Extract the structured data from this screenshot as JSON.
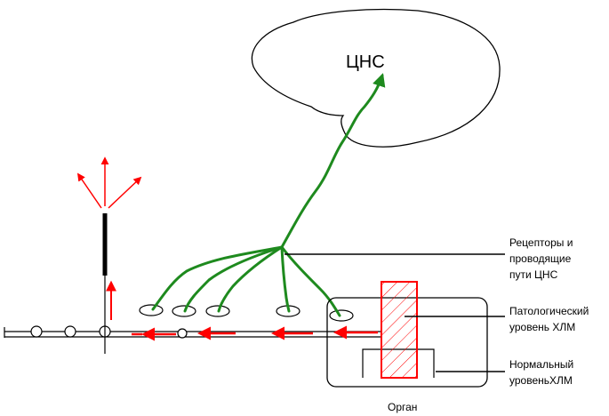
{
  "cns": {
    "label": "ЦНС"
  },
  "labels": {
    "receptors": [
      "Рецепторы и",
      "проводящие",
      "пути ЦНС"
    ],
    "pathological": [
      "Патологический",
      "уровень ХЛМ"
    ],
    "normal": [
      "Нормальный",
      "уровеньХЛМ"
    ],
    "organ": "Орган"
  },
  "colors": {
    "nerve": "#1e8a1e",
    "signal": "#ff0000",
    "line": "#000000",
    "hatch": "#ff0000"
  }
}
